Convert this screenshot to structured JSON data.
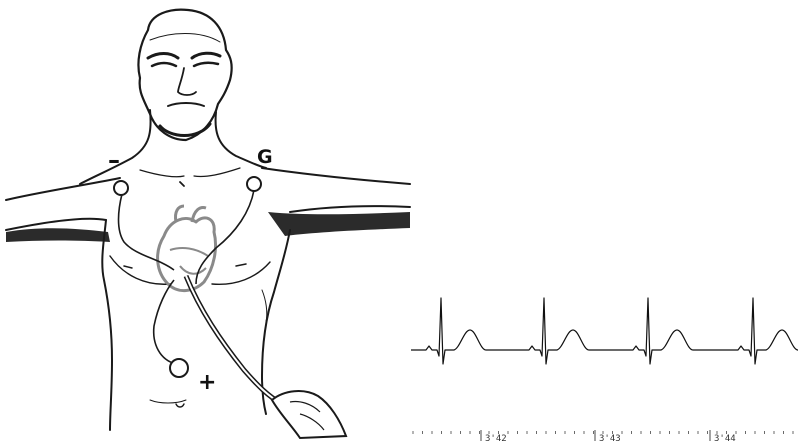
{
  "diagram": {
    "leads": {
      "negative_label": "–",
      "ground_label": "G",
      "positive_label": "+"
    },
    "ecg": {
      "time_markers": [
        "3'42",
        "3'43",
        "3'44"
      ]
    },
    "colors": {
      "ink": "#1a1a1a",
      "shadow": "#2b2b2b",
      "heart": "#8a8a8a",
      "paper": "#ffffff"
    }
  }
}
